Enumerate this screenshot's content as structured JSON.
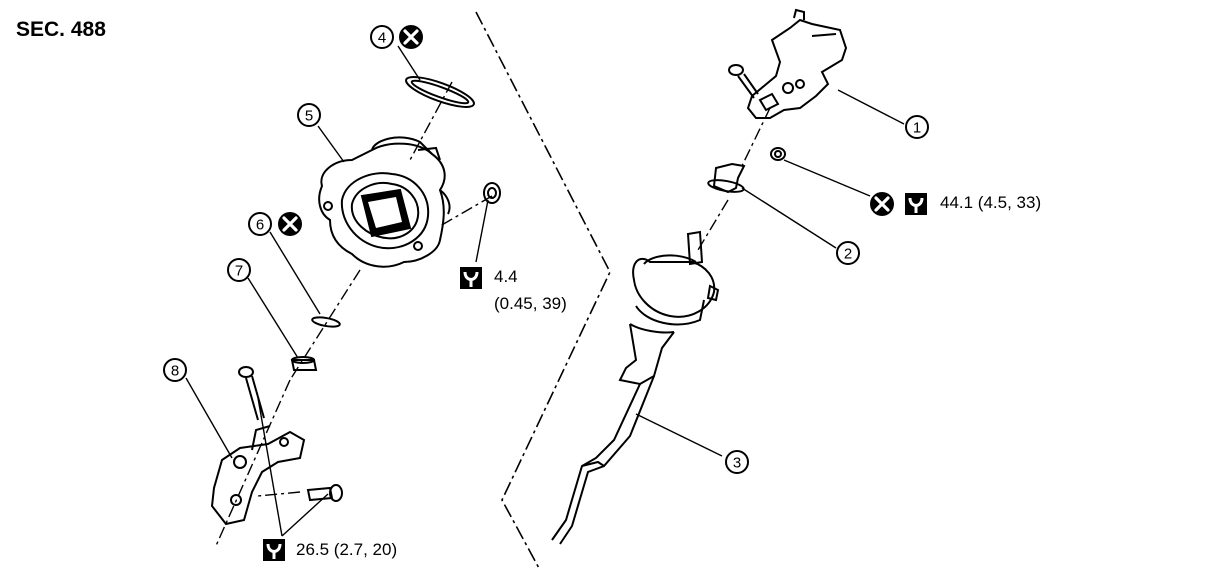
{
  "section_title": "SEC. 488",
  "callouts": [
    {
      "num": "1"
    },
    {
      "num": "2"
    },
    {
      "num": "3"
    },
    {
      "num": "4"
    },
    {
      "num": "5"
    },
    {
      "num": "6"
    },
    {
      "num": "7"
    },
    {
      "num": "8"
    }
  ],
  "torques": {
    "t1": "44.1 (4.5, 33)",
    "t2_line1": "4.4",
    "t2_line2": "(0.45, 39)",
    "t3": "26.5 (2.7, 20)"
  },
  "icons": {
    "not_reusable": "not-reusable-x-icon",
    "torque_wrench": "torque-wrench-icon"
  }
}
